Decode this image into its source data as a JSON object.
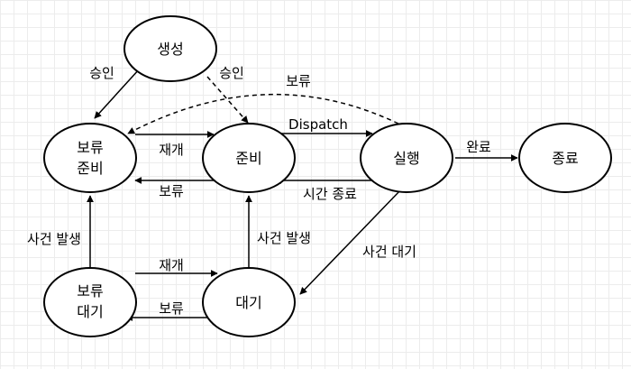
{
  "nodes": {
    "created": [
      "생성"
    ],
    "ready": [
      "준비"
    ],
    "running": [
      "실행"
    ],
    "terminated": [
      "종료"
    ],
    "suspended_ready": [
      "보류",
      "준비"
    ],
    "blocked": [
      "대기"
    ],
    "suspended_blocked": [
      "보류",
      "대기"
    ]
  },
  "edges": {
    "admit_suspended": "승인",
    "admit_ready": "승인",
    "suspend_dashed": "보류",
    "dispatch": "Dispatch",
    "resume_ready": "재개",
    "suspend_ready": "보류",
    "timeout": "시간 종료",
    "exit": "완료",
    "event_occurs_left": "사건 발생",
    "event_occurs_center": "사건 발생",
    "event_wait": "사건 대기",
    "resume_blocked": "재개",
    "suspend_blocked": "보류"
  }
}
